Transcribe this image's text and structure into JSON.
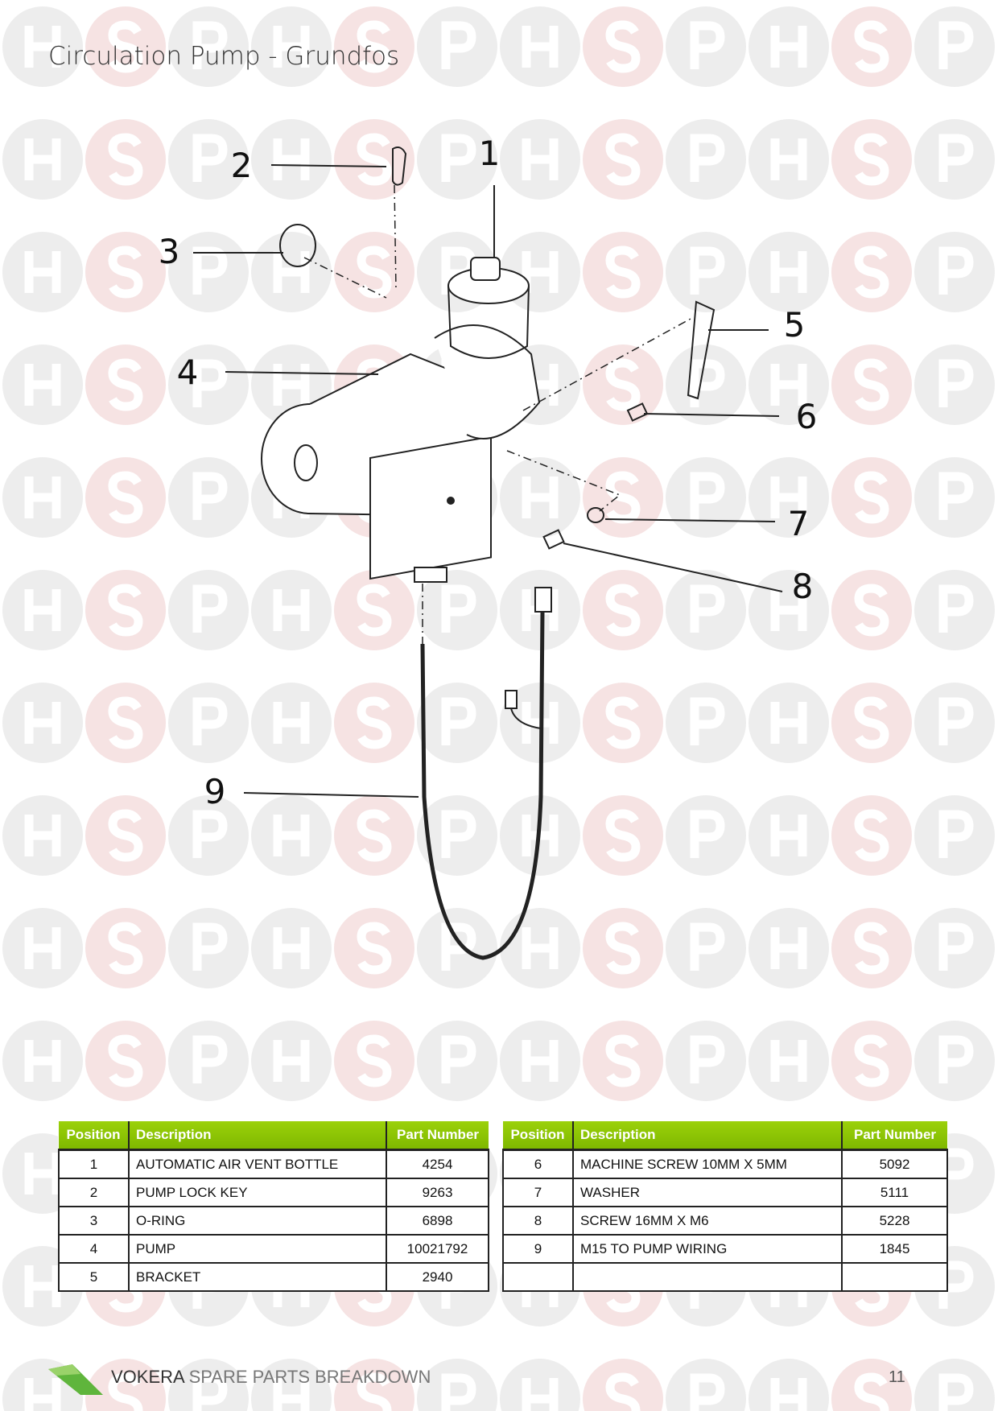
{
  "title": "Circulation Pump - Grundfos",
  "watermark": "HSP",
  "callouts": [
    "1",
    "2",
    "3",
    "4",
    "5",
    "6",
    "7",
    "8",
    "9"
  ],
  "table_headers": {
    "position": "Position",
    "description": "Description",
    "part_number": "Part Number"
  },
  "left_table": [
    {
      "position": "1",
      "description": "AUTOMATIC AIR VENT BOTTLE",
      "part_number": "4254"
    },
    {
      "position": "2",
      "description": "PUMP LOCK KEY",
      "part_number": "9263"
    },
    {
      "position": "3",
      "description": "O-RING",
      "part_number": "6898"
    },
    {
      "position": "4",
      "description": "PUMP",
      "part_number": "10021792"
    },
    {
      "position": "5",
      "description": "BRACKET",
      "part_number": "2940"
    }
  ],
  "right_table": [
    {
      "position": "6",
      "description": "MACHINE SCREW 10MM X 5MM",
      "part_number": "5092"
    },
    {
      "position": "7",
      "description": "WASHER",
      "part_number": "5111"
    },
    {
      "position": "8",
      "description": "SCREW 16MM X M6",
      "part_number": "5228"
    },
    {
      "position": "9",
      "description": "M15 TO PUMP WIRING",
      "part_number": "1845"
    }
  ],
  "footer": {
    "brand": "VOKERA",
    "subtitle": "SPARE PARTS BREAKDOWN",
    "page": "11"
  },
  "colors": {
    "header_green": "#8cc400",
    "logo_green": "#5fb53c"
  }
}
